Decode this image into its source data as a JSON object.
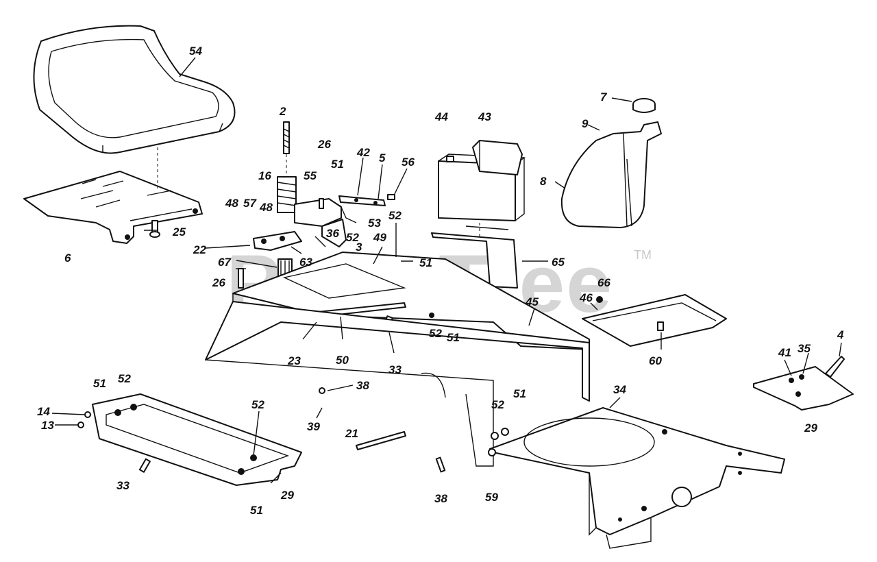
{
  "watermark": {
    "text": "PartsTree",
    "trademark": "TM"
  },
  "callouts": {
    "c54": "54",
    "c6": "6",
    "c25": "25",
    "c2": "2",
    "c16": "16",
    "c26a": "26",
    "c55": "55",
    "c51a": "51",
    "c42": "42",
    "c5": "5",
    "c56": "56",
    "c48a": "48",
    "c57": "57",
    "c48b": "48",
    "c53": "53",
    "c52a": "52",
    "c22": "22",
    "c36": "36",
    "c52b": "52",
    "c3": "3",
    "c49": "49",
    "c67": "67",
    "c63": "63",
    "c51b": "51",
    "c26b": "26",
    "c44": "44",
    "c43": "43",
    "c65": "65",
    "c7": "7",
    "c9": "9",
    "c8": "8",
    "c66": "66",
    "c46": "46",
    "c45": "45",
    "c52c": "52",
    "c51c": "51",
    "c60": "60",
    "c23": "23",
    "c50": "50",
    "c33a": "33",
    "c4": "4",
    "c41": "41",
    "c35": "35",
    "c29a": "29",
    "c34": "34",
    "c51d": "51",
    "c52d": "52",
    "c38a": "38",
    "c14": "14",
    "c13": "13",
    "c52e": "52",
    "c39": "39",
    "c21": "21",
    "c52f": "52",
    "c51e": "51",
    "c33b": "33",
    "c51f": "51",
    "c29b": "29",
    "c38b": "38",
    "c59": "59"
  }
}
